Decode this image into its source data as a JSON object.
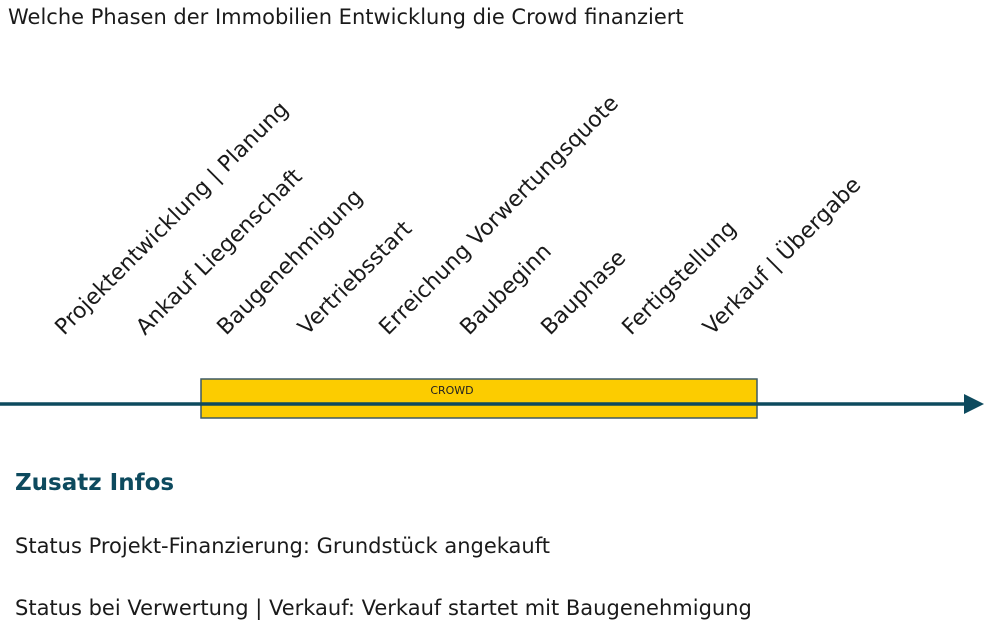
{
  "title": "Welche Phasen der Immobilien Entwicklung die Crowd finanziert",
  "colors": {
    "accent": "#0d4a5e",
    "crowd_fill": "#fccc00",
    "crowd_border": "#3d5a66",
    "text": "#1a1a1a"
  },
  "phases": [
    "Projektentwicklung | Planung",
    "Ankauf Liegenschaft",
    "Baugenehmigung",
    "Vertriebsstart",
    "Erreichung Vorwertungsquote",
    "Baubeginn",
    "Bauphase",
    "Fertigstellung",
    "Verkauf | Übergabe"
  ],
  "crowd": {
    "label": "CROWD"
  },
  "info": {
    "heading": "Zusatz Infos",
    "status_financing": "Status Projekt-Finanzierung: Grundstück angekauft",
    "status_sales": "Status bei Verwertung | Verkauf: Verkauf startet mit Baugenehmigung"
  }
}
